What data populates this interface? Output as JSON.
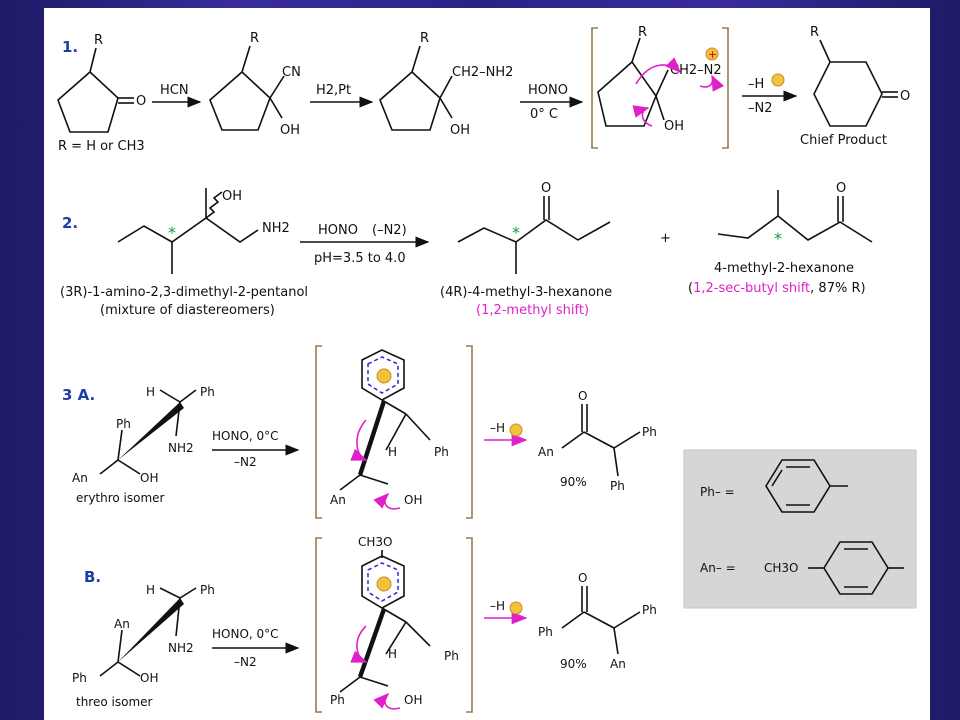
{
  "r1": {
    "num": "1.",
    "R": "R",
    "O": "O",
    "CN": "CN",
    "OH": "OH",
    "CH2NH2": "CH2–NH2",
    "HCN": "HCN",
    "H2Pt": "H2,Pt",
    "HONO": "HONO",
    "cond": "0° C",
    "CH2N2": "CH2–N2",
    "minusH": "–H",
    "minusN2": "–N2",
    "Rnote": "R = H or CH3",
    "chief": "Chief Product"
  },
  "r2": {
    "num": "2.",
    "OH": "OH",
    "NH2": "NH2",
    "HONO": "HONO",
    "minN2": "(–N2)",
    "pH": "pH=3.5 to 4.0",
    "O": "O",
    "plus": "+",
    "name1": "(3R)-1-amino-2,3-dimethyl-2-pentanol",
    "name1b": "(mixture of diastereomers)",
    "name2": "(4R)-4-methyl-3-hexanone",
    "shift2": "(1,2-methyl shift)",
    "name3": "4-methyl-2-hexanone",
    "shift3a": "(",
    "shift3": "1,2-sec-butyl shift",
    "shift3b": ", 87% R)"
  },
  "r3a": {
    "num": "3 A.",
    "H": "H",
    "Ph": "Ph",
    "NH2": "NH2",
    "An": "An",
    "OH": "OH",
    "HONO": "HONO, 0°C",
    "minN2": "–N2",
    "iso": "erythro isomer",
    "minusH": "–H",
    "yield": "90%",
    "O": "O"
  },
  "r3b": {
    "num": "B.",
    "H": "H",
    "Ph": "Ph",
    "NH2": "NH2",
    "An": "An",
    "OH": "OH",
    "HONO": "HONO, 0°C",
    "minN2": "–N2",
    "iso": "threo isomer",
    "minusH": "–H",
    "yield": "90%",
    "O": "O",
    "CH3O": "CH3O"
  },
  "legend": {
    "ph": "Ph– =",
    "an": "An– =",
    "anGroup": "CH3O"
  }
}
